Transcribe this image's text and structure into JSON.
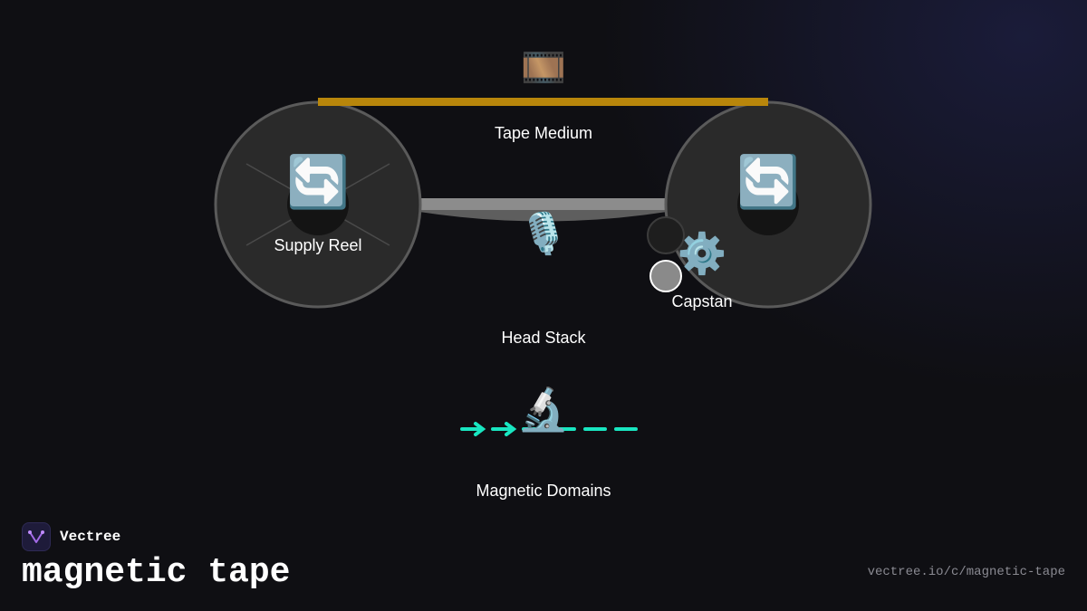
{
  "diagram": {
    "labels": {
      "tape_medium": "Tape Medium",
      "supply_reel": "Supply Reel",
      "head_stack": "Head Stack",
      "capstan": "Capstan",
      "magnetic_domains": "Magnetic Domains"
    },
    "icons": {
      "tape": "film-frames-icon",
      "supply_reel": "counterclockwise-arrows-icon",
      "takeup_reel": "counterclockwise-arrows-icon",
      "head": "microphone-icon",
      "capstan": "gear-icon",
      "domains": "microscope-icon"
    },
    "colors": {
      "tape_strip": "#b8860b",
      "reel_fill": "#2a2a2a",
      "reel_stroke": "#5a5a5a",
      "domain_arrows": "#19e6c1",
      "background": "#0f0f13"
    }
  },
  "brand": {
    "name": "Vectree"
  },
  "page": {
    "title": "magnetic tape",
    "url": "vectree.io/c/magnetic-tape"
  }
}
